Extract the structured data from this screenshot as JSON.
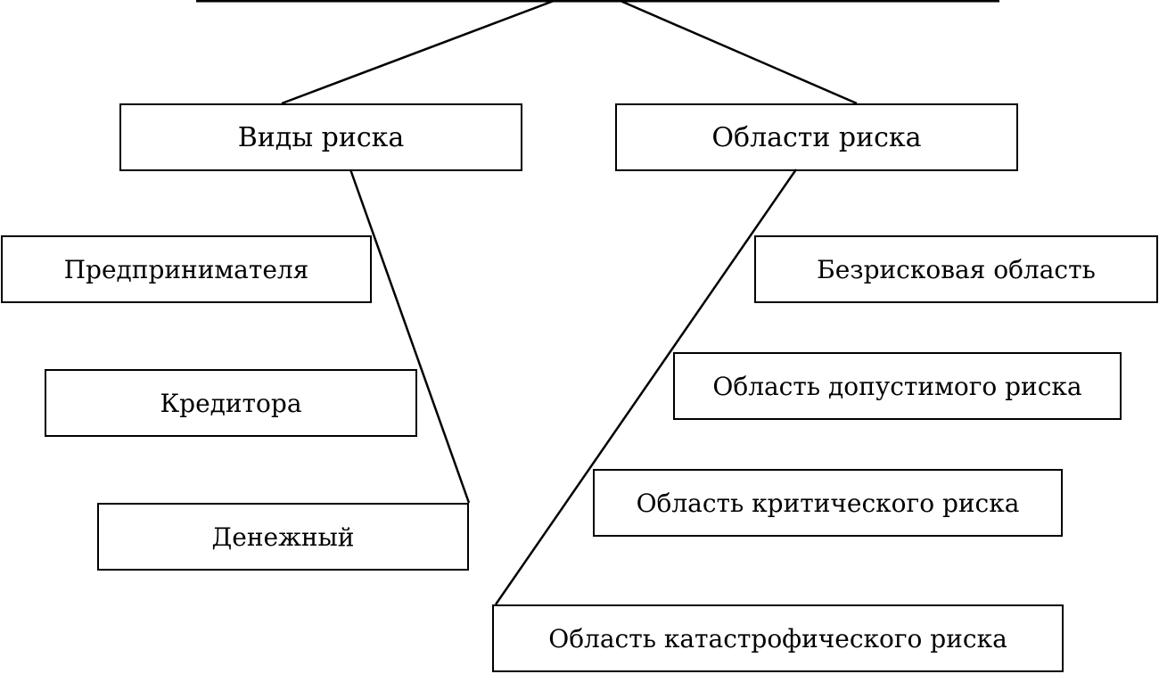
{
  "diagram": {
    "left_branch": {
      "title": "Виды риска",
      "items": [
        "Предпринимателя",
        "Кредитора",
        "Денежный"
      ]
    },
    "right_branch": {
      "title": "Области риска",
      "items": [
        "Безрисковая область",
        "Область допустимого риска",
        "Область критического риска",
        "Область катастрофического риска"
      ]
    },
    "line_color": "#000000"
  }
}
